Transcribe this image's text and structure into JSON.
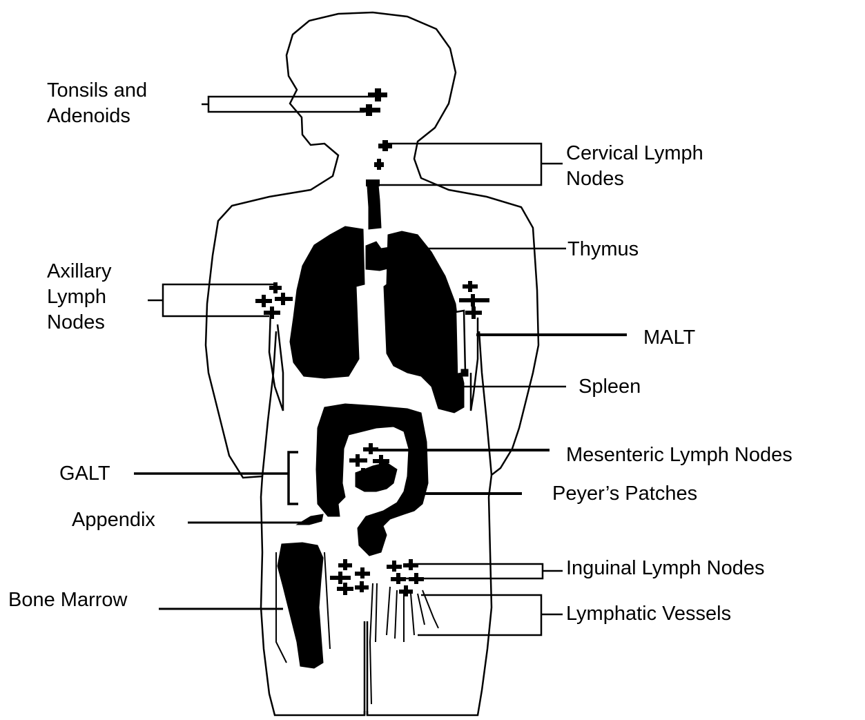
{
  "labels": {
    "tonsils_line1": "Tonsils and",
    "tonsils_line2": "Adenoids",
    "cervical_line1": "Cervical Lymph",
    "cervical_line2": "Nodes",
    "thymus": "Thymus",
    "axillary_line1": "Axillary",
    "axillary_line2": "Lymph",
    "axillary_line3": "Nodes",
    "malt": "MALT",
    "spleen": "Spleen",
    "mesenteric": "Mesenteric Lymph Nodes",
    "galt": "GALT",
    "peyers": "Peyer’s Patches",
    "appendix": "Appendix",
    "inguinal": "Inguinal Lymph Nodes",
    "bone_marrow": "Bone Marrow",
    "lymphatic_vessels": "Lymphatic Vessels"
  },
  "colors": {
    "ink": "#000000",
    "background": "#ffffff"
  }
}
